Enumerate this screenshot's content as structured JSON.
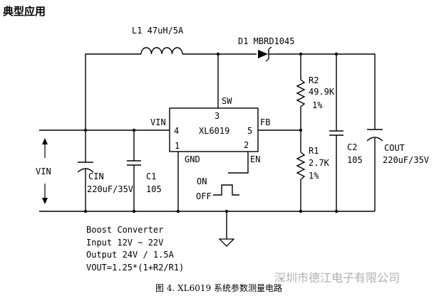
{
  "section_title": "典型应用",
  "inductor": {
    "label": "L1 47uH/5A"
  },
  "diode": {
    "label": "D1 MBRD1045"
  },
  "ic": {
    "name": "XL6019",
    "pins": {
      "sw": "SW",
      "sw_num": "3",
      "vin": "VIN",
      "vin_num": "4",
      "fb": "FB",
      "fb_num": "5",
      "pin1_num": "1",
      "gnd": "GND",
      "pin2_num": "2",
      "en": "EN"
    }
  },
  "r2": {
    "name": "R2",
    "value": "49.9K",
    "tol": "1%"
  },
  "r1": {
    "name": "R1",
    "value": "2.7K",
    "tol": "1%"
  },
  "c2": {
    "name": "C2",
    "value": "105"
  },
  "cout": {
    "name": "COUT",
    "value": "220uF/35V"
  },
  "cin": {
    "name": "CIN",
    "value": "220uF/35V"
  },
  "c1": {
    "name": "C1",
    "value": "105"
  },
  "vin_label": "VIN",
  "enable": {
    "on": "ON",
    "off": "OFF"
  },
  "notes": [
    "Boost Converter",
    "Input 12V ~ 22V",
    "Output 24V / 1.5A",
    "VOUT=1.25*(1+R2/R1)"
  ],
  "caption": "图 4. XL6019 系统参数测量电路",
  "watermark": "深圳市德江电子有限公司"
}
